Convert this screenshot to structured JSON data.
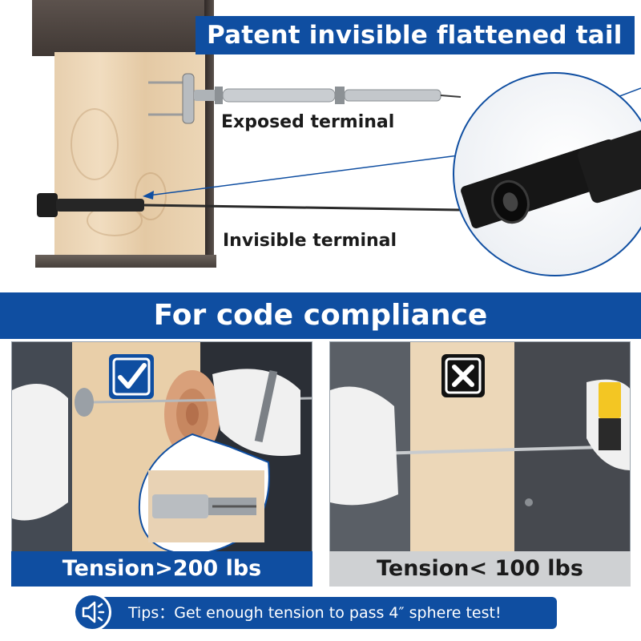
{
  "header": {
    "title": "Patent invisible flattened tail"
  },
  "labels": {
    "exposed": "Exposed terminal",
    "invisible": "Invisible terminal"
  },
  "section": {
    "title": "For code compliance"
  },
  "panels": {
    "left": {
      "caption": "Tension>200 lbs",
      "badge_icon": "checkmark-icon"
    },
    "right": {
      "caption": "Tension< 100 lbs",
      "badge_icon": "x-mark-icon"
    }
  },
  "tips": {
    "icon": "speaker-icon",
    "text": "Tips：Get enough tension to pass 4″ sphere test!"
  },
  "colors": {
    "brand_blue": "#0f4ea1",
    "caption_gray": "#cfd1d3",
    "text_dark": "#1b1b1b",
    "white": "#ffffff"
  }
}
